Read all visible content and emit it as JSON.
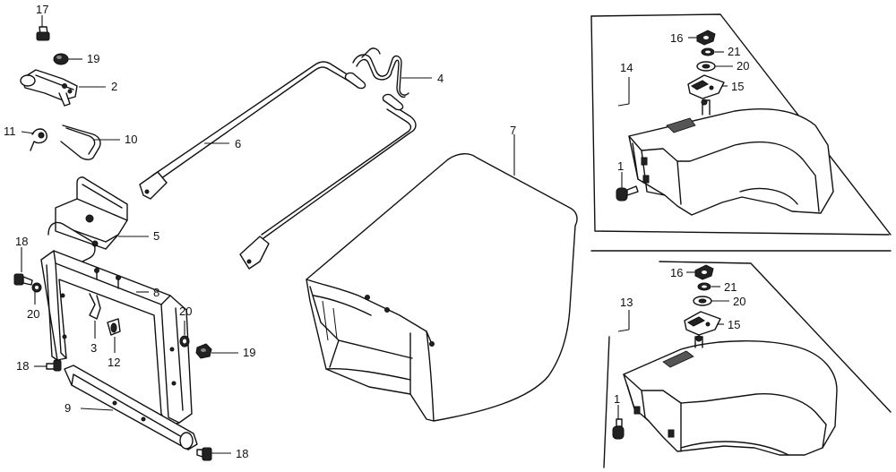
{
  "callouts": {
    "c17": "17",
    "c19a": "19",
    "c2": "2",
    "c11": "11",
    "c10": "10",
    "c5": "5",
    "c18a": "18",
    "c20a": "20",
    "c3": "3",
    "c12": "12",
    "c8": "8",
    "c20b": "20",
    "c19b": "19",
    "c18b": "18",
    "c9": "9",
    "c18c": "18",
    "c6": "6",
    "c4": "4",
    "c7": "7",
    "c14": "14",
    "c16a": "16",
    "c21a": "21",
    "c20c": "20",
    "c15a": "15",
    "c1a": "1",
    "c13": "13",
    "c16b": "16",
    "c21b": "21",
    "c20d": "20",
    "c15b": "15",
    "c1b": "1"
  }
}
